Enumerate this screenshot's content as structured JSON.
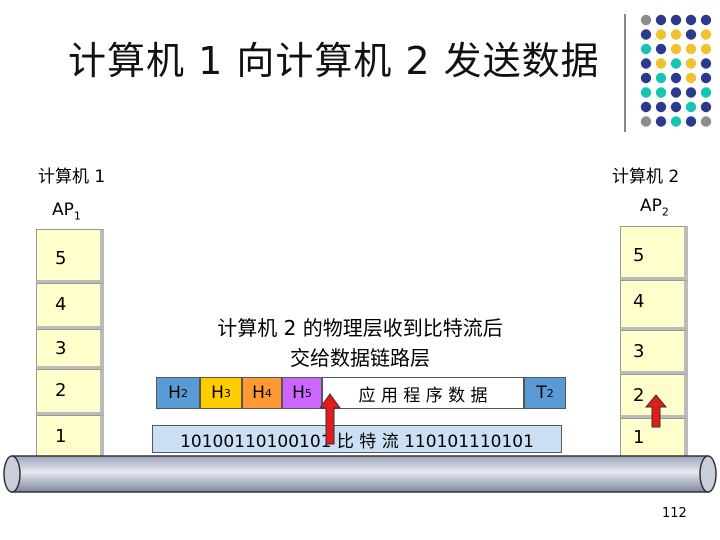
{
  "title": "计算机 1 向计算机 2 发送数据",
  "computer1": {
    "label": "计算机 1",
    "ap": "AP",
    "ap_sub": "1",
    "layers": [
      "5",
      "4",
      "3",
      "2",
      "1"
    ]
  },
  "computer2": {
    "label": "计算机 2",
    "ap": "AP",
    "ap_sub": "2",
    "layers": [
      "5",
      "4",
      "3",
      "2",
      "1"
    ]
  },
  "caption": {
    "line1": "计算机 2 的物理层收到比特流后",
    "line2": "交给数据链路层"
  },
  "frame": {
    "h2": "H",
    "h2_sub": "2",
    "h3": "H",
    "h3_sub": "3",
    "h4": "H",
    "h4_sub": "4",
    "h5": "H",
    "h5_sub": "5",
    "app_data": "应 用 程 序 数 据",
    "t2": "T",
    "t2_sub": "2"
  },
  "bitstream": "10100110100101  比  特  流  110101110101",
  "page_number": "112",
  "colors": {
    "layer_fill": "#ffffcc",
    "h2": "#5b9bd5",
    "h3": "#ffcc00",
    "h4": "#ff9933",
    "h5": "#cc66ff",
    "app": "#ffffff",
    "t2": "#5b9bd5",
    "bits": "#cce0f5",
    "arrow": "#e21b1b",
    "dot_gray": "#8c8c8c",
    "dot_navy": "#2b3a8f",
    "dot_yellow": "#f2c12e",
    "dot_teal": "#17c3b2"
  }
}
